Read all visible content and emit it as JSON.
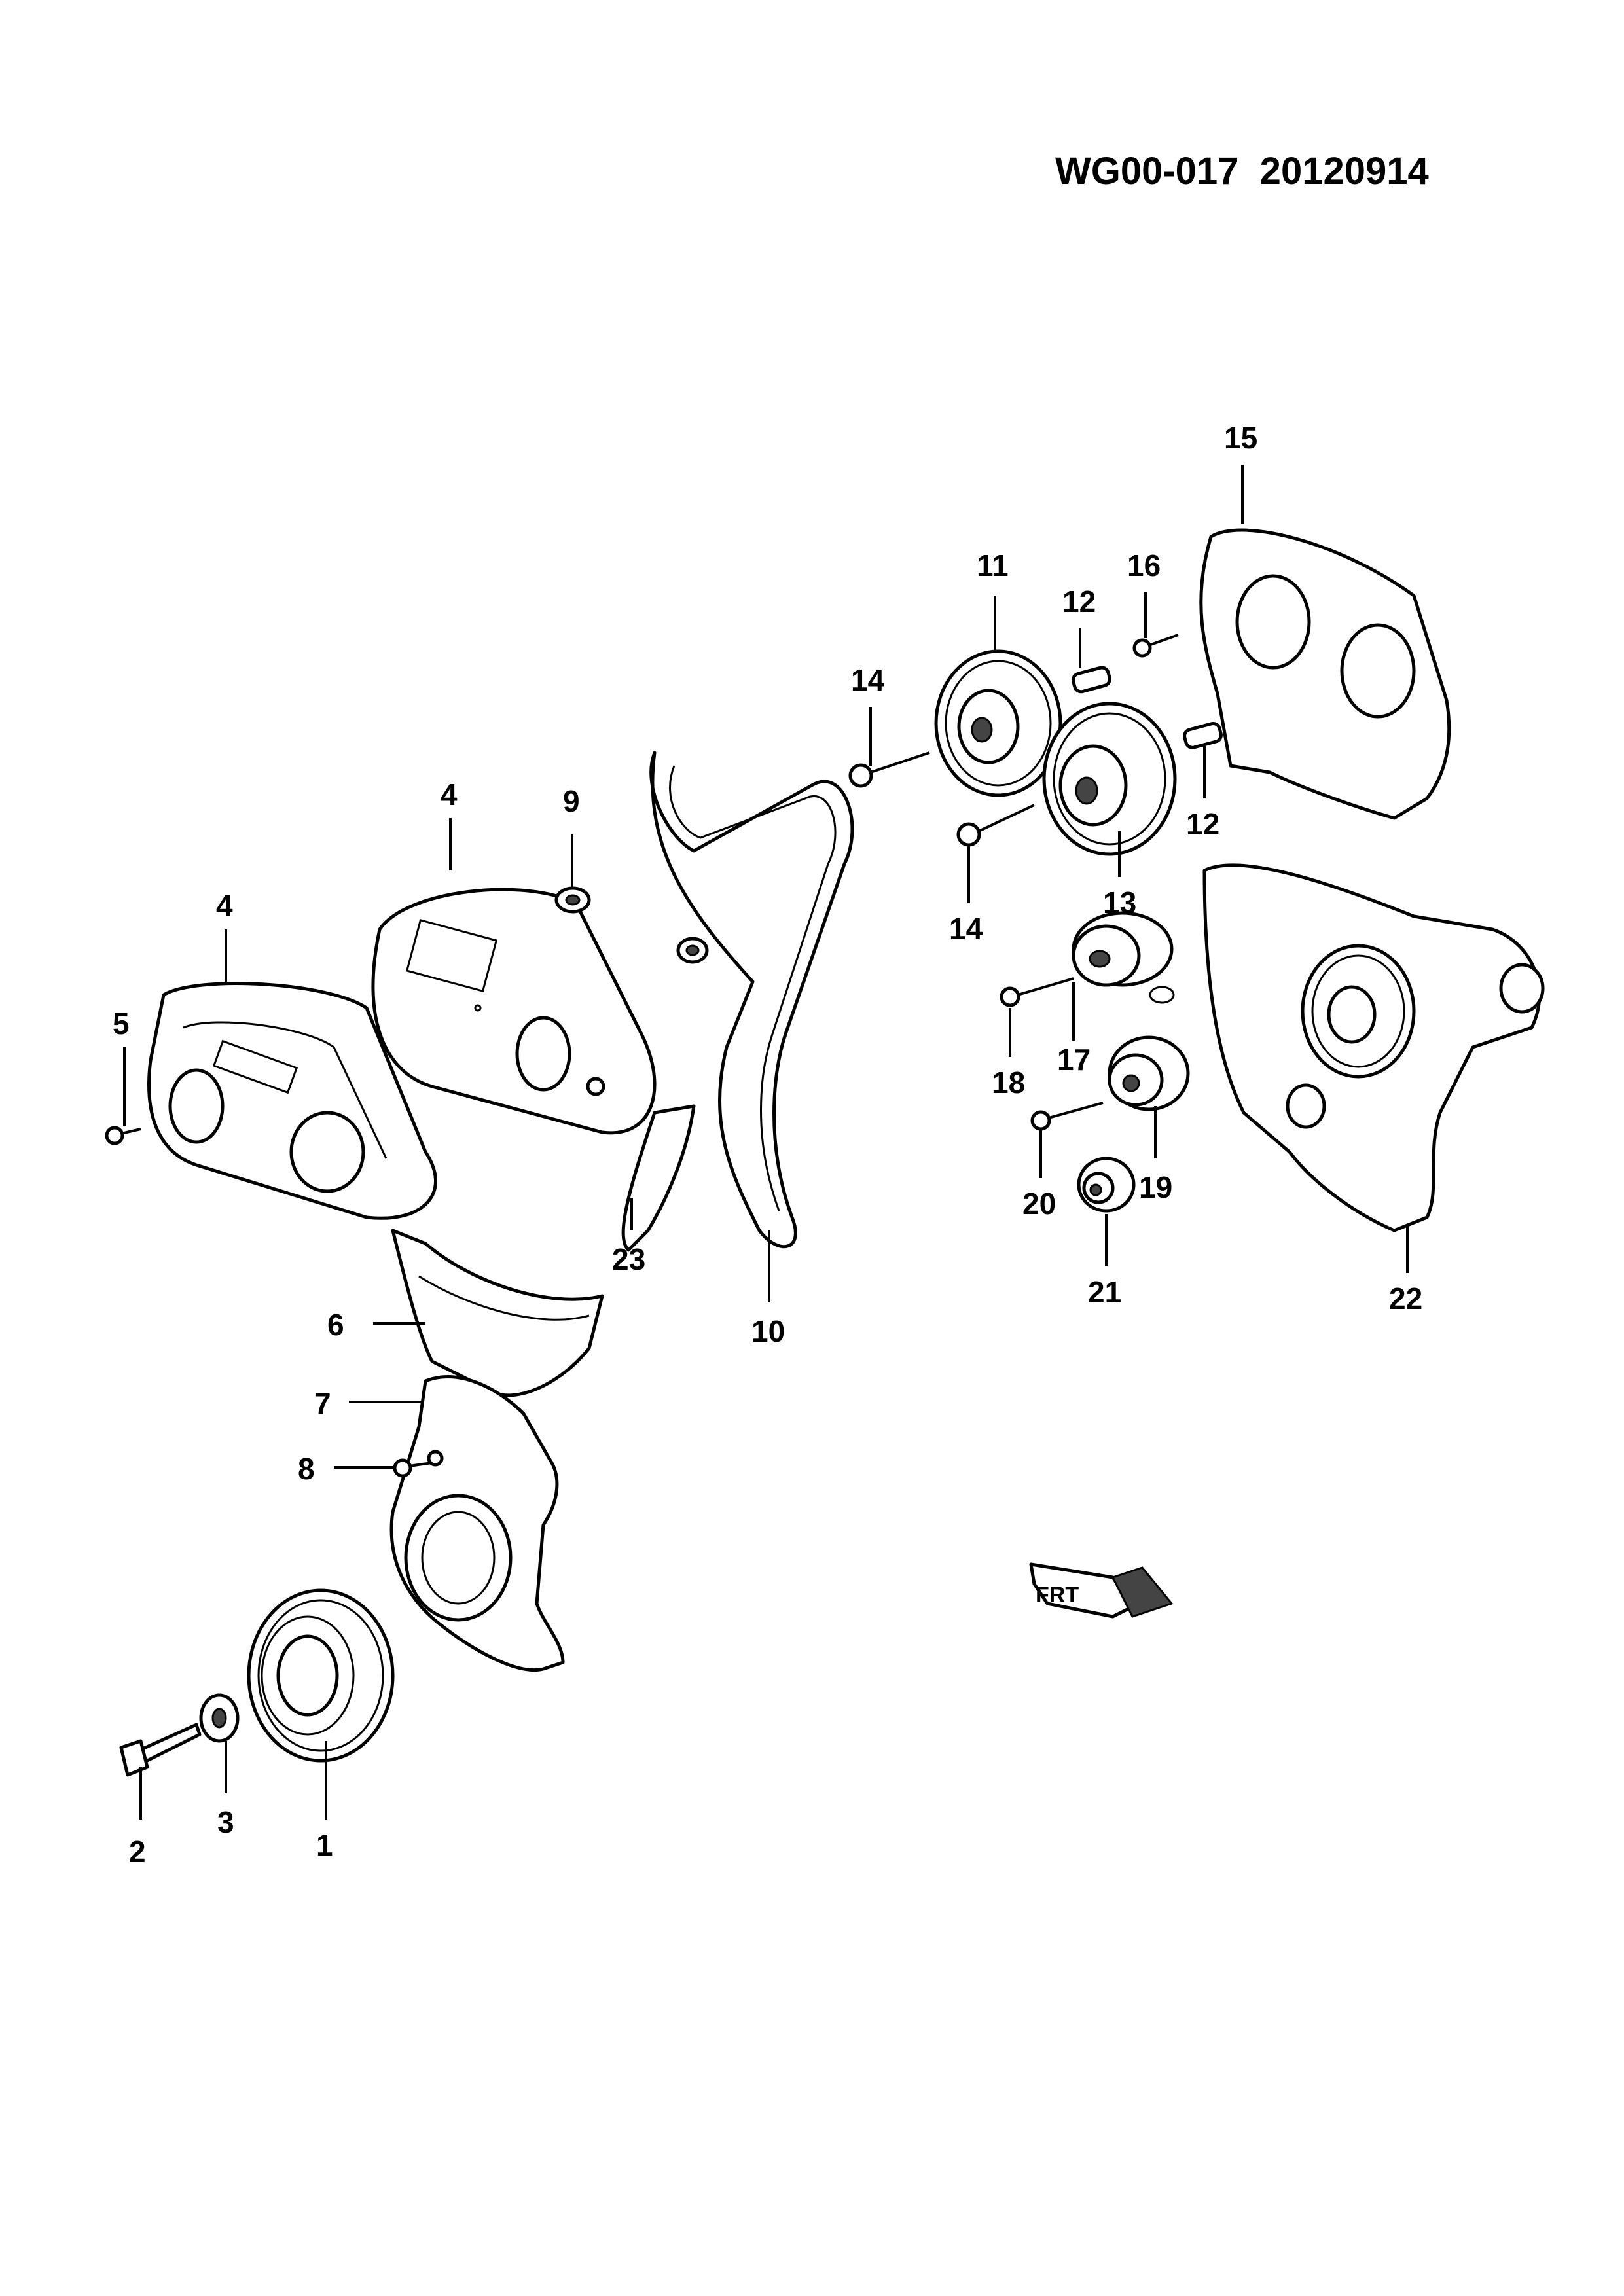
{
  "header": {
    "doc_id": "WG00-017  20120914"
  },
  "callouts": [
    {
      "key": "c1",
      "text": "1"
    },
    {
      "key": "c2",
      "text": "2"
    },
    {
      "key": "c3",
      "text": "3"
    },
    {
      "key": "c4a",
      "text": "4"
    },
    {
      "key": "c4b",
      "text": "4"
    },
    {
      "key": "c5",
      "text": "5"
    },
    {
      "key": "c6",
      "text": "6"
    },
    {
      "key": "c7",
      "text": "7"
    },
    {
      "key": "c8",
      "text": "8"
    },
    {
      "key": "c9",
      "text": "9"
    },
    {
      "key": "c10",
      "text": "10"
    },
    {
      "key": "c11",
      "text": "11"
    },
    {
      "key": "c12a",
      "text": "12"
    },
    {
      "key": "c12b",
      "text": "12"
    },
    {
      "key": "c13",
      "text": "13"
    },
    {
      "key": "c14a",
      "text": "14"
    },
    {
      "key": "c14b",
      "text": "14"
    },
    {
      "key": "c15",
      "text": "15"
    },
    {
      "key": "c16",
      "text": "16"
    },
    {
      "key": "c17",
      "text": "17"
    },
    {
      "key": "c18",
      "text": "18"
    },
    {
      "key": "c19",
      "text": "19"
    },
    {
      "key": "c20",
      "text": "20"
    },
    {
      "key": "c21",
      "text": "21"
    },
    {
      "key": "c22",
      "text": "22"
    },
    {
      "key": "c23",
      "text": "23"
    }
  ],
  "direction_badge": {
    "text": "FRT"
  }
}
